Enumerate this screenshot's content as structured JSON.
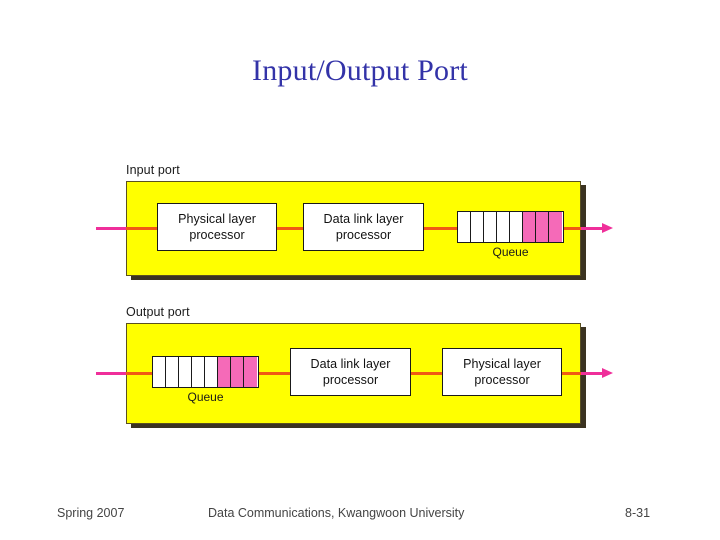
{
  "slide": {
    "title": "Input/Output Port",
    "title_color": "#3333a8"
  },
  "colors": {
    "port_fill": "#ffff00",
    "port_border": "#5a5020",
    "port_shadow": "#3b3321",
    "queue_filled": "#f56ab8",
    "queue_empty": "#ffffff",
    "wire_outer": "#ef2f9a",
    "wire_inner": "#f05a14",
    "box_border": "#1a1a1a"
  },
  "figures": [
    {
      "caption": "Input port",
      "stages": [
        {
          "kind": "processor",
          "line1": "Physical layer",
          "line2": "processor"
        },
        {
          "kind": "processor",
          "line1": "Data link layer",
          "line2": "processor"
        },
        {
          "kind": "queue",
          "label": "Queue",
          "cells": 8,
          "filled": 3,
          "empty": 5
        }
      ]
    },
    {
      "caption": "Output port",
      "stages": [
        {
          "kind": "queue",
          "label": "Queue",
          "cells": 8,
          "filled": 3,
          "empty": 5
        },
        {
          "kind": "processor",
          "line1": "Data link layer",
          "line2": "processor"
        },
        {
          "kind": "processor",
          "line1": "Physical layer",
          "line2": "processor"
        }
      ]
    }
  ],
  "footer": {
    "left": "Spring 2007",
    "center": "Data Communications, Kwangwoon University",
    "right": "8-31"
  }
}
